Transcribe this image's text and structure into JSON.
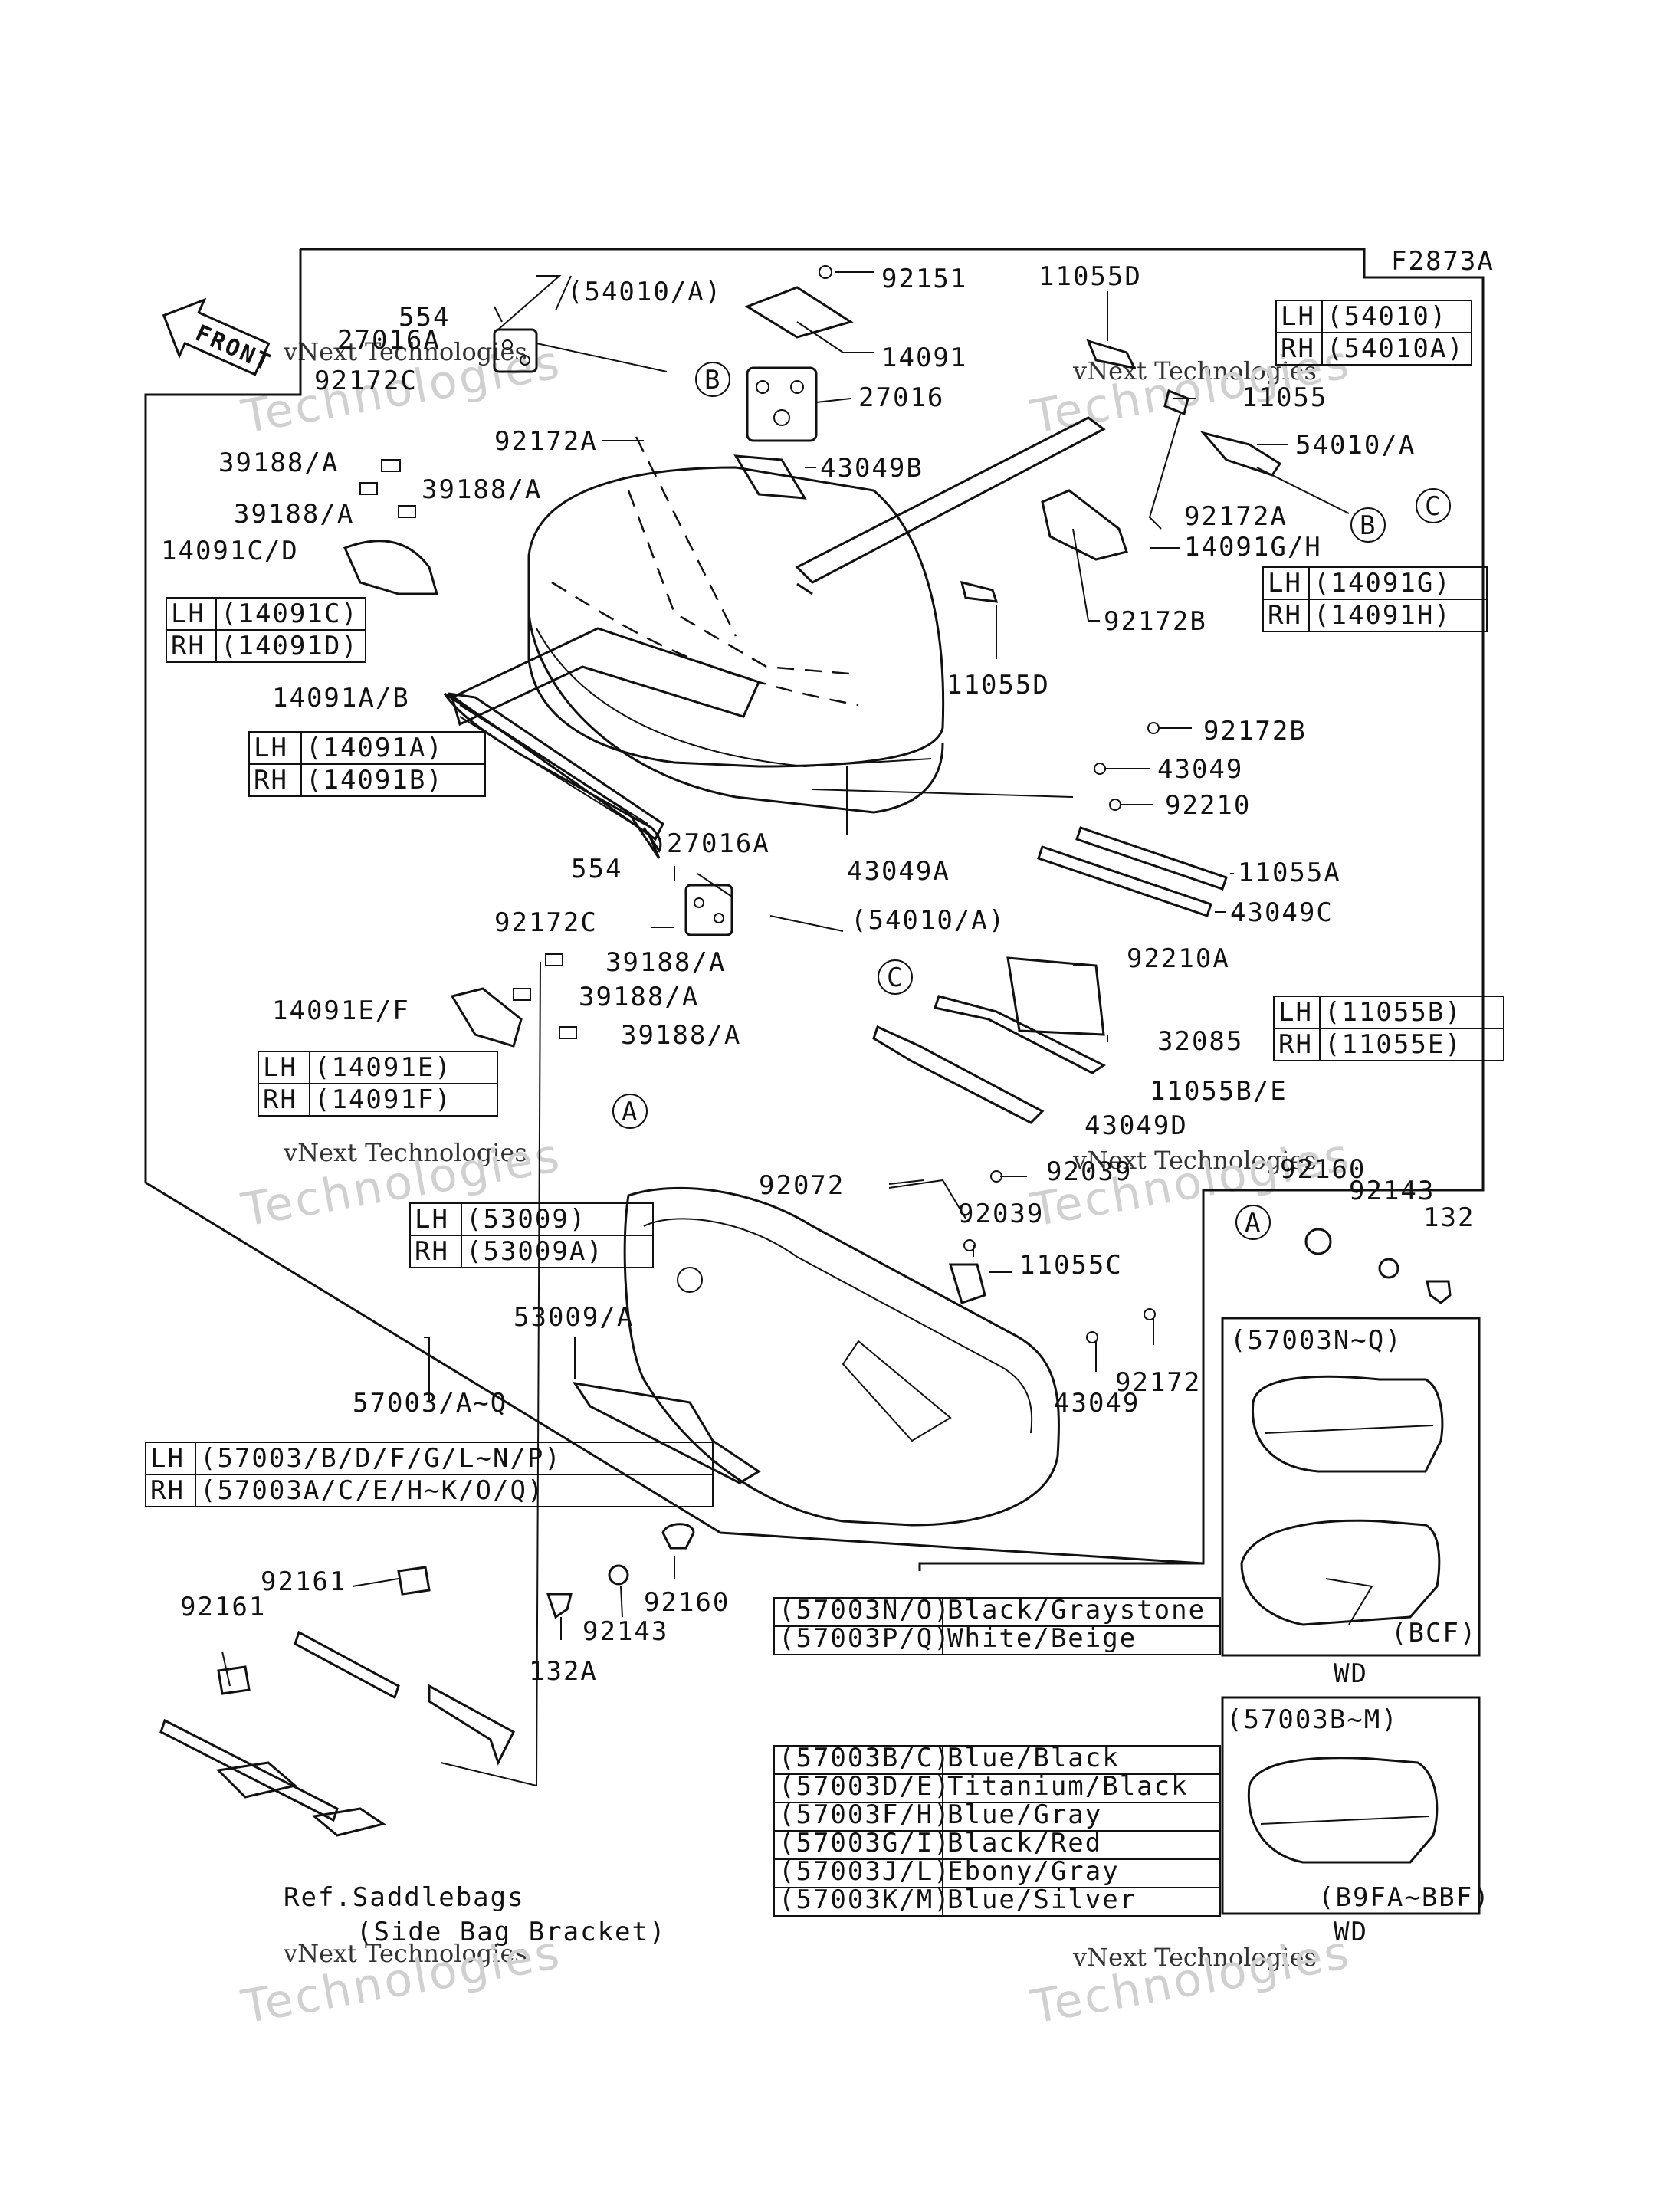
{
  "figure_code": "F2873A",
  "front_label": "FRONT",
  "watermark": {
    "line1": "vNext Technologies",
    "line2": "Technologies"
  },
  "callout_letters": [
    "A",
    "B",
    "C"
  ],
  "part_labels": {
    "p554_top": "554",
    "p27016A_top": "27016A",
    "p92172C_top": "92172C",
    "p54010A_paren": "(54010/A)",
    "p92151": "92151",
    "p14091": "14091",
    "p27016": "27016",
    "p43049B": "43049B",
    "p92172A_left": "92172A",
    "p39188A_1": "39188/A",
    "p39188A_2": "39188/A",
    "p39188A_3": "39188/A",
    "p14091CD": "14091C/D",
    "p11055D_top": "11055D",
    "p11055": "11055",
    "p54010A": "54010/A",
    "p92172A_right": "92172A",
    "p14091GH": "14091G/H",
    "p92172B_1": "92172B",
    "p11055D_mid": "11055D",
    "p14091AB": "14091A/B",
    "p92172B_2": "92172B",
    "p43049_1": "43049",
    "p92210": "92210",
    "p11055A": "11055A",
    "p43049C": "43049C",
    "p43049A": "43049A",
    "p27016A_mid": "27016A",
    "p554_mid": "554",
    "p92172C_mid": "92172C",
    "p54010A_paren2": "(54010/A)",
    "p39188A_4": "39188/A",
    "p39188A_5": "39188/A",
    "p39188A_6": "39188/A",
    "p14091EF": "14091E/F",
    "p92210A": "92210A",
    "p32085": "32085",
    "p11055BE": "11055B/E",
    "p43049D": "43049D",
    "p92072": "92072",
    "p92039_1": "92039",
    "p92039_2": "92039",
    "p11055C": "11055C",
    "p92160_right": "92160",
    "p92143_right": "92143",
    "p132": "132",
    "p53009A": "53009/A",
    "p92172": "92172",
    "p43049_2": "43049",
    "p57003AQ": "57003/A~Q",
    "p92161_1": "92161",
    "p92161_2": "92161",
    "p132A": "132A",
    "p92143_bottom": "92143",
    "p92160_bottom": "92160",
    "ref_line1": "Ref.Saddlebags",
    "ref_line2": "(Side Bag Bracket)"
  },
  "side_tables": {
    "t54010": [
      [
        "LH",
        "(54010)"
      ],
      [
        "RH",
        "(54010A)"
      ]
    ],
    "t14091C": [
      [
        "LH",
        "(14091C)"
      ],
      [
        "RH",
        "(14091D)"
      ]
    ],
    "t14091G": [
      [
        "LH",
        "(14091G)"
      ],
      [
        "RH",
        "(14091H)"
      ]
    ],
    "t14091A": [
      [
        "LH",
        "(14091A)"
      ],
      [
        "RH",
        "(14091B)"
      ]
    ],
    "t11055B": [
      [
        "LH",
        "(11055B)"
      ],
      [
        "RH",
        "(11055E)"
      ]
    ],
    "t14091E": [
      [
        "LH",
        "(14091E)"
      ],
      [
        "RH",
        "(14091F)"
      ]
    ],
    "t53009": [
      [
        "LH",
        "(53009)"
      ],
      [
        "RH",
        "(53009A)"
      ]
    ],
    "t57003": [
      [
        "LH",
        "(57003/B/D/F/G/L~N/P)"
      ],
      [
        "RH",
        "(57003A/C/E/H~K/O/Q)"
      ]
    ]
  },
  "color_table_1": [
    [
      "(57003N/O)",
      "Black/Graystone"
    ],
    [
      "(57003P/Q)",
      "White/Beige"
    ]
  ],
  "color_table_2": [
    [
      "(57003B/C)",
      "Blue/Black"
    ],
    [
      "(57003D/E)",
      "Titanium/Black"
    ],
    [
      "(57003F/H)",
      "Blue/Gray"
    ],
    [
      "(57003G/I)",
      "Black/Red"
    ],
    [
      "(57003J/L)",
      "Ebony/Gray"
    ],
    [
      "(57003K/M)",
      "Blue/Silver"
    ]
  ],
  "inset_1": {
    "title": "(57003N~Q)",
    "code": "(BCF)",
    "caption": "WD"
  },
  "inset_2": {
    "title": "(57003B~M)",
    "code": "(B9FA~BBF)",
    "caption": "WD"
  }
}
